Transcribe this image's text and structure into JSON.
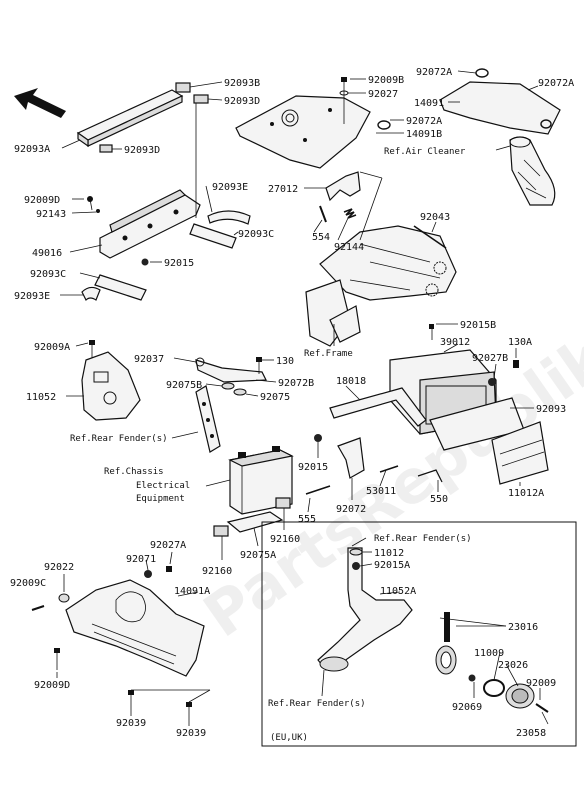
{
  "labels": [
    {
      "id": "92093B",
      "text": "92093B"
    },
    {
      "id": "92093D_a",
      "text": "92093D"
    },
    {
      "id": "92093A",
      "text": "92093A"
    },
    {
      "id": "92093D_b",
      "text": "92093D"
    },
    {
      "id": "92009D_a",
      "text": "92009D"
    },
    {
      "id": "92143",
      "text": "92143"
    },
    {
      "id": "92093E_a",
      "text": "92093E"
    },
    {
      "id": "49016",
      "text": "49016"
    },
    {
      "id": "92093C_a",
      "text": "92093C"
    },
    {
      "id": "92015_a",
      "text": "92015"
    },
    {
      "id": "92093C_b",
      "text": "92093C"
    },
    {
      "id": "92093E_b",
      "text": "92093E"
    },
    {
      "id": "92009B",
      "text": "92009B"
    },
    {
      "id": "92027_a",
      "text": "92027"
    },
    {
      "id": "14091B",
      "text": "14091B"
    },
    {
      "id": "92072A_a",
      "text": "92072A"
    },
    {
      "id": "92072A_b",
      "text": "92072A"
    },
    {
      "id": "14091",
      "text": "14091"
    },
    {
      "id": "92072A_c",
      "text": "92072A"
    },
    {
      "id": "27012",
      "text": "27012"
    },
    {
      "id": "92043",
      "text": "92043"
    },
    {
      "id": "554",
      "text": "554"
    },
    {
      "id": "92144",
      "text": "92144"
    },
    {
      "id": "92009A",
      "text": "92009A"
    },
    {
      "id": "11052",
      "text": "11052"
    },
    {
      "id": "92037",
      "text": "92037"
    },
    {
      "id": "130",
      "text": "130"
    },
    {
      "id": "92072B",
      "text": "92072B"
    },
    {
      "id": "92075B",
      "text": "92075B"
    },
    {
      "id": "92075",
      "text": "92075"
    },
    {
      "id": "18018",
      "text": "18018"
    },
    {
      "id": "92015B",
      "text": "92015B"
    },
    {
      "id": "39012",
      "text": "39012"
    },
    {
      "id": "130A",
      "text": "130A"
    },
    {
      "id": "92027B",
      "text": "92027B"
    },
    {
      "id": "92093",
      "text": "92093"
    },
    {
      "id": "92015_b",
      "text": "92015"
    },
    {
      "id": "53011",
      "text": "53011"
    },
    {
      "id": "550",
      "text": "550"
    },
    {
      "id": "11012A",
      "text": "11012A"
    },
    {
      "id": "92072",
      "text": "92072"
    },
    {
      "id": "555",
      "text": "555"
    },
    {
      "id": "92160_a",
      "text": "92160"
    },
    {
      "id": "92075A",
      "text": "92075A"
    },
    {
      "id": "92160_b",
      "text": "92160"
    },
    {
      "id": "92027A",
      "text": "92027A"
    },
    {
      "id": "92071",
      "text": "92071"
    },
    {
      "id": "92022",
      "text": "92022"
    },
    {
      "id": "92009C",
      "text": "92009C"
    },
    {
      "id": "14091A",
      "text": "14091A"
    },
    {
      "id": "92009D_b",
      "text": "92009D"
    },
    {
      "id": "92039_a",
      "text": "92039"
    },
    {
      "id": "92039_b",
      "text": "92039"
    },
    {
      "id": "11012",
      "text": "11012"
    },
    {
      "id": "92015A",
      "text": "92015A"
    },
    {
      "id": "11052A",
      "text": "11052A"
    },
    {
      "id": "23016",
      "text": "23016"
    },
    {
      "id": "11009",
      "text": "11009"
    },
    {
      "id": "23026",
      "text": "23026"
    },
    {
      "id": "92069",
      "text": "92069"
    },
    {
      "id": "92009_b",
      "text": "92009"
    },
    {
      "id": "23058",
      "text": "23058"
    }
  ],
  "references": {
    "air_cleaner": "Ref.Air Cleaner",
    "frame": "Ref.Frame",
    "rear_fender_1": "Ref.Rear Fender(s)",
    "chassis_line1": "Ref.Chassis",
    "chassis_line2": "Electrical",
    "chassis_line3": "Equipment",
    "rear_fender_2": "Ref.Rear Fender(s)",
    "rear_fender_3": "Ref.Rear Fender(s)"
  },
  "inset_note": "(EU,UK)",
  "watermark": "PartsRepublik"
}
